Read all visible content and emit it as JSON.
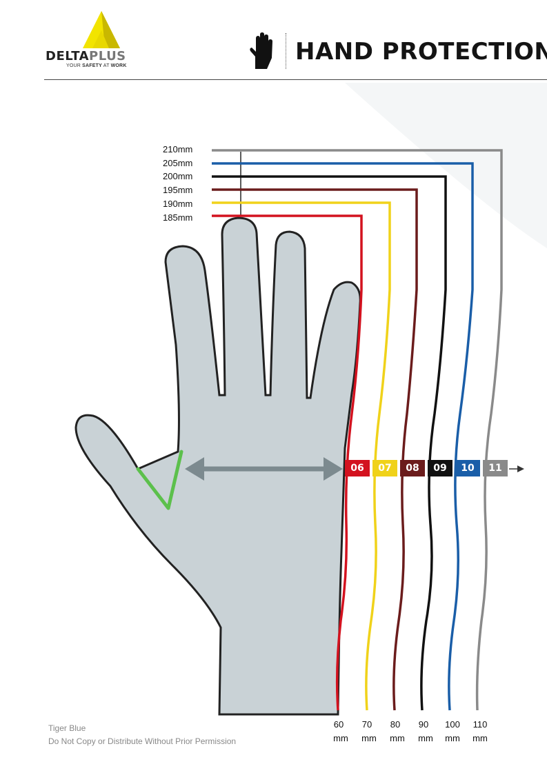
{
  "header": {
    "brand_left": "DELTA",
    "brand_right": "PLUS",
    "tagline_pre": "YOUR ",
    "tagline_mid": "SAFETY",
    "tagline_at": " AT ",
    "tagline_end": "WORK",
    "title": "HAND PROTECTION",
    "logo_colors": {
      "triangle_light": "#f2e400",
      "triangle_dark": "#c9b800"
    },
    "icon": "glove-icon"
  },
  "lengths": [
    {
      "label": "210mm",
      "color": "#8a8a8a"
    },
    {
      "label": "205mm",
      "color": "#1a5ea8"
    },
    {
      "label": "200mm",
      "color": "#111111"
    },
    {
      "label": "195mm",
      "color": "#6b1c1c"
    },
    {
      "label": "190mm",
      "color": "#f0d21a"
    },
    {
      "label": "185mm",
      "color": "#d3121f"
    }
  ],
  "sizes": [
    {
      "label": "06",
      "color": "#d3121f"
    },
    {
      "label": "07",
      "color": "#f0d21a"
    },
    {
      "label": "08",
      "color": "#6b1c1c"
    },
    {
      "label": "09",
      "color": "#111111"
    },
    {
      "label": "10",
      "color": "#1a5ea8"
    },
    {
      "label": "11",
      "color": "#8a8a8a"
    }
  ],
  "circumferences": [
    {
      "value": "60",
      "unit": "mm"
    },
    {
      "value": "70",
      "unit": "mm"
    },
    {
      "value": "80",
      "unit": "mm"
    },
    {
      "value": "90",
      "unit": "mm"
    },
    {
      "value": "100",
      "unit": "mm"
    },
    {
      "value": "110",
      "unit": "mm"
    }
  ],
  "footer": {
    "line1": "Tiger Blue",
    "line2": "Do Not Copy or Distribute Without Prior Permission"
  },
  "colors": {
    "hand_fill": "#c9d2d6",
    "hand_outline": "#222222",
    "thumb_marker": "#5cc04c",
    "arrow": "#7c8a8f"
  }
}
